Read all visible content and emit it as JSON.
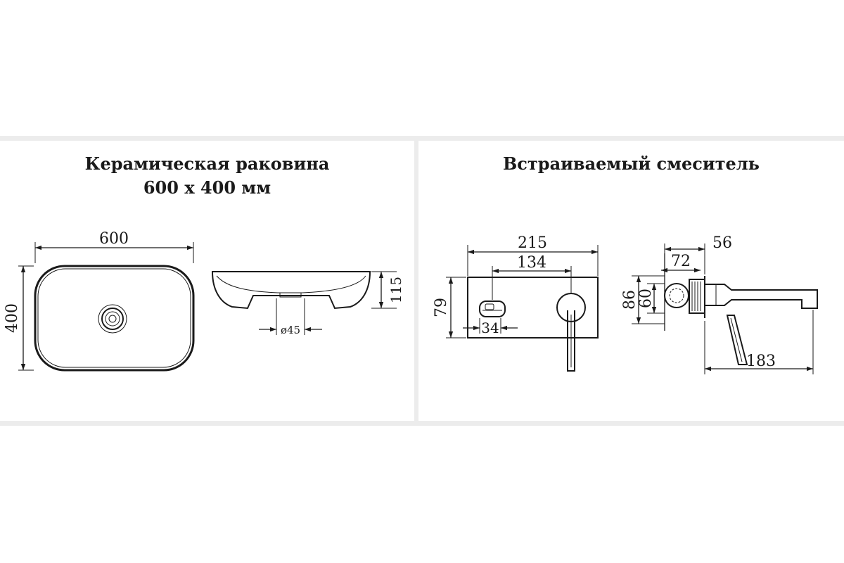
{
  "sink": {
    "title_line1": "Керамическая раковина",
    "title_line2": "600 x 400 мм",
    "dim_width": "600",
    "dim_height": "400",
    "dim_depth": "115",
    "dim_drain": "ø45"
  },
  "faucet": {
    "title": "Встраиваемый смеситель",
    "dim_plate_width": "215",
    "dim_handle_span": "134",
    "dim_plate_height": "79",
    "dim_logo_width": "34",
    "dim_depth_total": "56",
    "dim_depth_body": "72",
    "dim_flange_outer": "86",
    "dim_flange_inner": "60",
    "dim_spout_length": "183"
  }
}
